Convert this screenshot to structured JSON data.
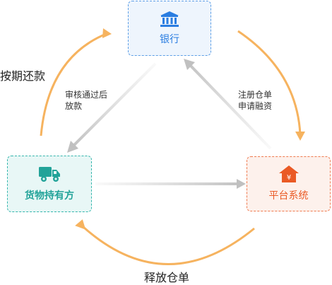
{
  "nodes": {
    "bank": {
      "label": "银行",
      "icon": "bank-icon"
    },
    "owner": {
      "label": "货物持有方",
      "icon": "truck-icon"
    },
    "platform": {
      "label": "平台系统",
      "icon": "house-yen-icon",
      "icon_glyph": "¥"
    }
  },
  "edges": {
    "approve_loan": {
      "line1": "审核通过后",
      "line2": "放款"
    },
    "register": {
      "line1": "注册仓单",
      "line2": "申请融资"
    },
    "repay": {
      "label": "按期还款"
    },
    "release": {
      "label": "释放仓单"
    }
  },
  "colors": {
    "bank": "#2a7de1",
    "owner": "#22a399",
    "platform": "#ea5a25",
    "arc": "#f6b35f",
    "arrow_gray": "#c8c8c8"
  }
}
